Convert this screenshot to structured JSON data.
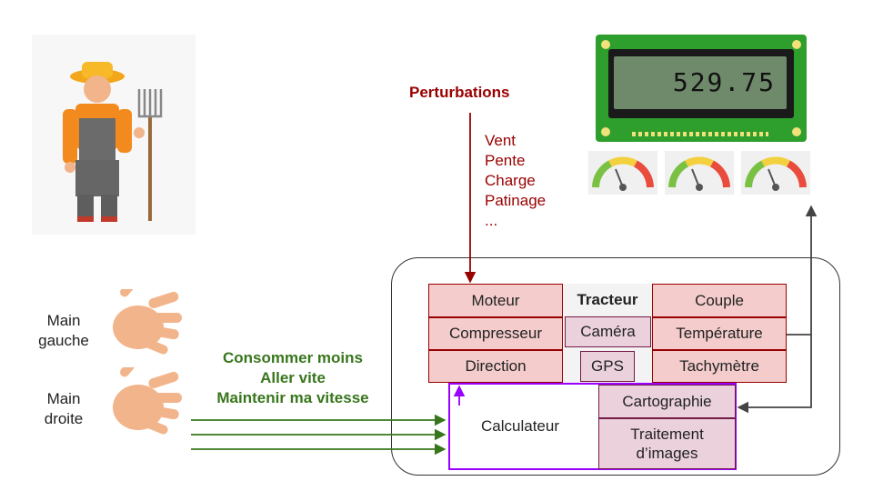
{
  "perturbations": {
    "title": "Perturbations",
    "items": [
      "Vent",
      "Pente",
      "Charge",
      "Patinage",
      "..."
    ]
  },
  "display": {
    "value": "529.75"
  },
  "hands": {
    "left": "Main\ngauche",
    "right": "Main\ndroite"
  },
  "goals": [
    "Consommer moins",
    "Aller vite",
    "Maintenir ma vitesse"
  ],
  "tractor": {
    "title": "Tracteur",
    "left": [
      "Moteur",
      "Compresseur",
      "Direction"
    ],
    "center": [
      "Caméra",
      "GPS"
    ],
    "right": [
      "Couple",
      "Température",
      "Tachymètre"
    ]
  },
  "calc": {
    "label": "Calculateur",
    "modules": [
      "Cartographie",
      "Traitement\nd’images"
    ]
  },
  "colors": {
    "perturbation": "#990000",
    "goals": "#38761d",
    "calc_border": "#9900ff"
  },
  "icons": [
    "farmer-icon",
    "hand-icon",
    "lcd-display-icon",
    "gauge-icon"
  ]
}
